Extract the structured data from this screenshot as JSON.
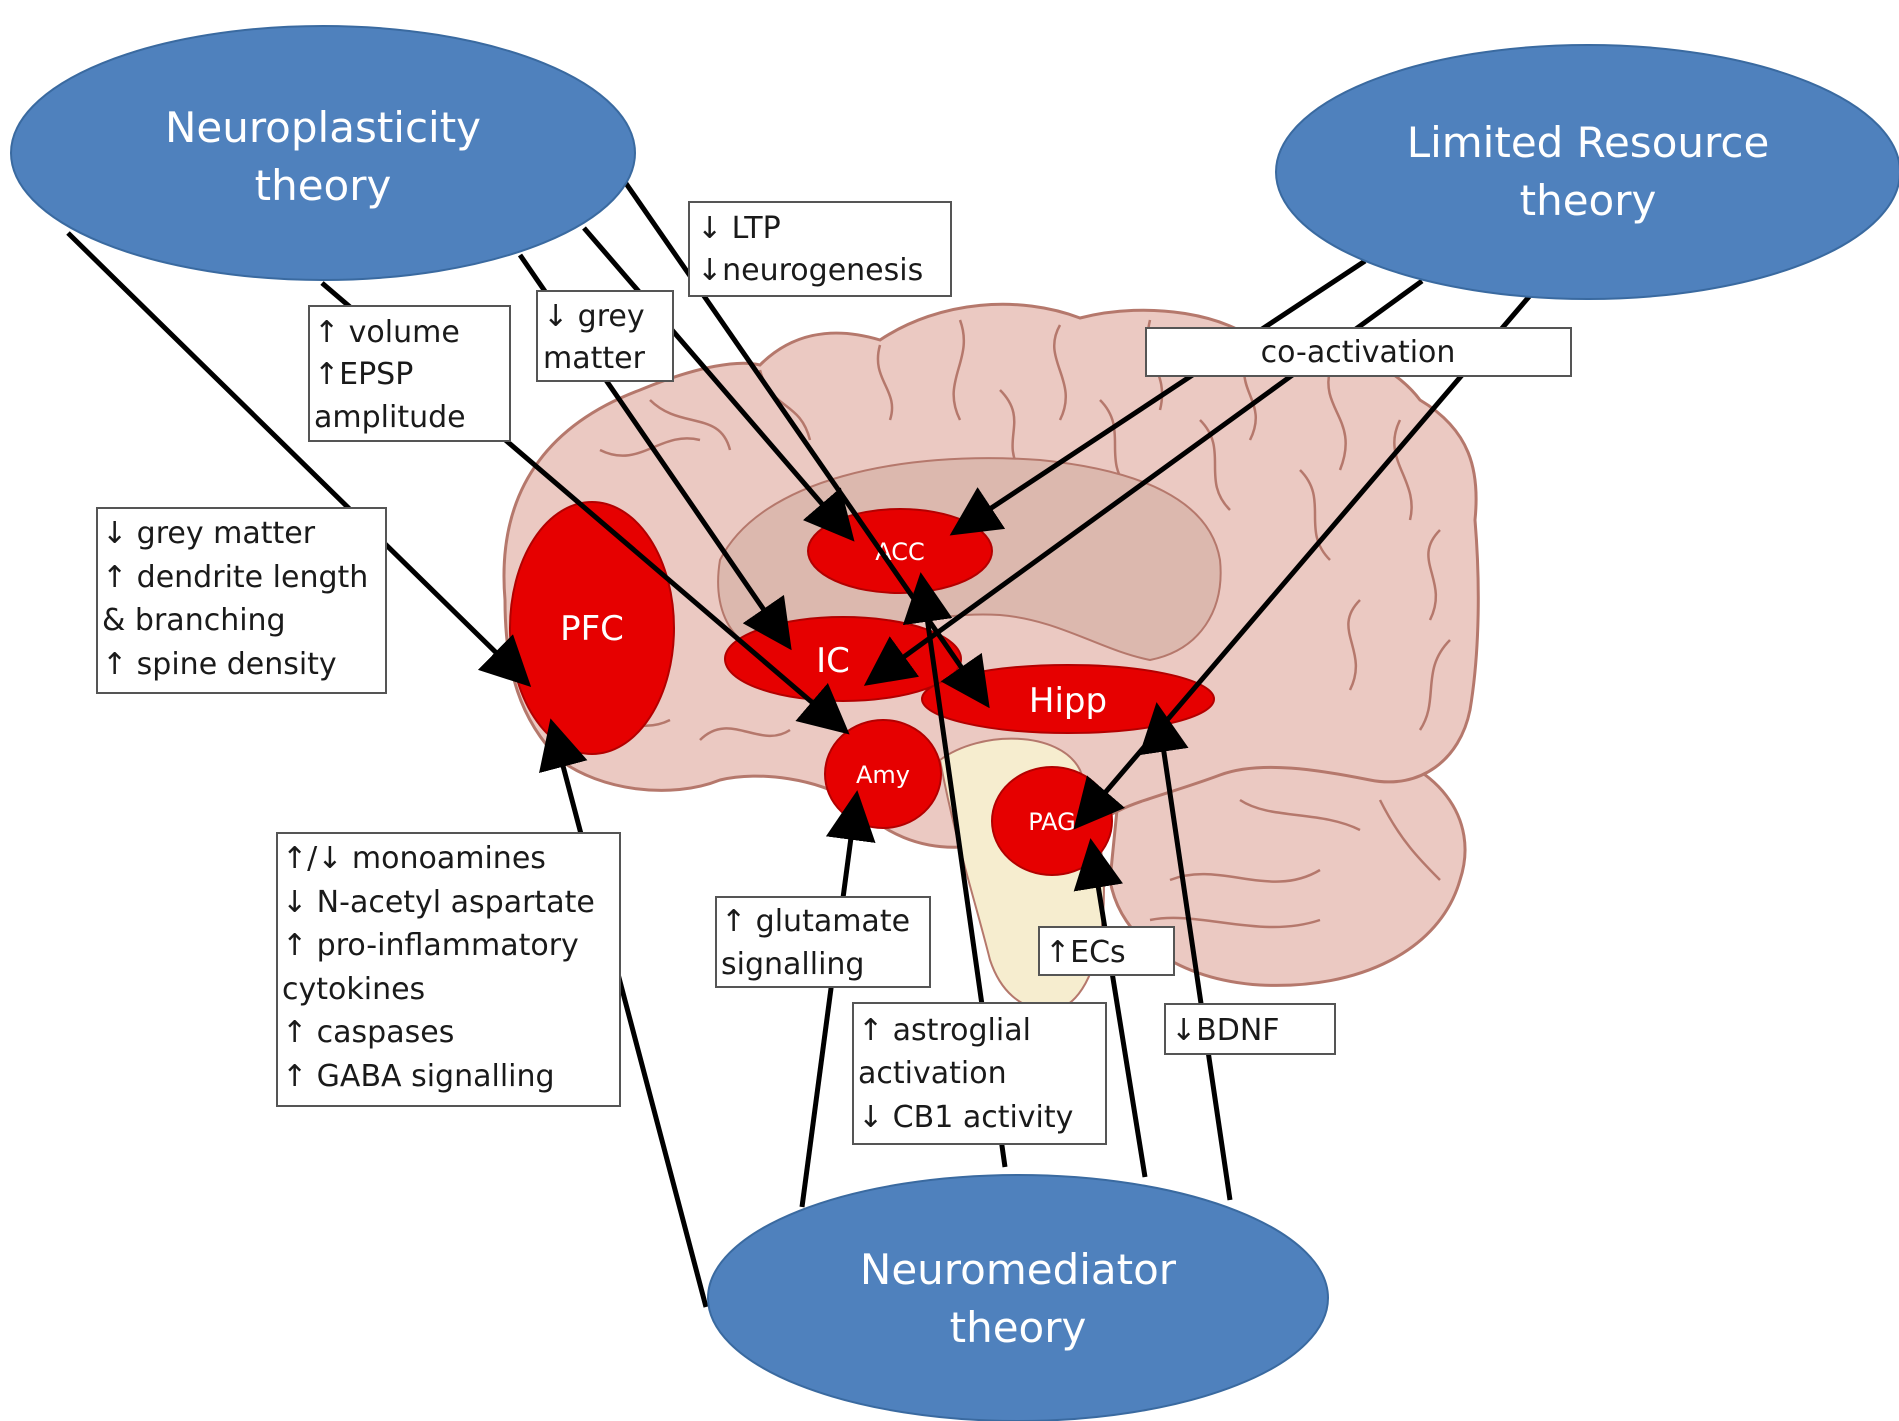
{
  "colors": {
    "theory_fill": "#4f81bd",
    "theory_stroke": "#3a6aa0",
    "region_fill": "#e60000",
    "brain_fill": "#ebc9c2",
    "brain_stroke": "#b5786c",
    "inner_fill": "#dcb8ae",
    "stem_fill": "#f6edcf",
    "arrow": "#000000",
    "box_border": "#555555"
  },
  "theories": {
    "neuroplasticity": [
      "Neuroplasticity",
      "theory"
    ],
    "limited_resource": [
      "Limited Resource",
      "theory"
    ],
    "neuromediator": [
      "Neuromediator",
      "theory"
    ]
  },
  "regions": {
    "pfc": "PFC",
    "acc": "ACC",
    "ic": "IC",
    "hipp": "Hipp",
    "amy": "Amy",
    "pag": "PAG"
  },
  "boxes": {
    "ltp": [
      "↓ LTP",
      "↓neurogenesis"
    ],
    "grey_matter_ic": [
      "↓ grey",
      "matter"
    ],
    "volume": [
      "↑ volume",
      "↑EPSP",
      "amplitude"
    ],
    "pfc_changes": [
      "↓ grey matter",
      "↑ dendrite length",
      "& branching",
      "↑ spine density"
    ],
    "coactivation": [
      "co-activation"
    ],
    "monoamines": [
      "↑/↓ monoamines",
      "↓ N-acetyl aspartate",
      "↑ pro-inflammatory",
      "cytokines",
      "↑ caspases",
      "↑ GABA signalling"
    ],
    "glutamate": [
      "↑ glutamate",
      "signalling"
    ],
    "ecs": [
      "↑ECs"
    ],
    "astroglial": [
      "↑ astroglial",
      "activation",
      "↓ CB1 activity"
    ],
    "bdnf": [
      "↓BDNF"
    ]
  }
}
